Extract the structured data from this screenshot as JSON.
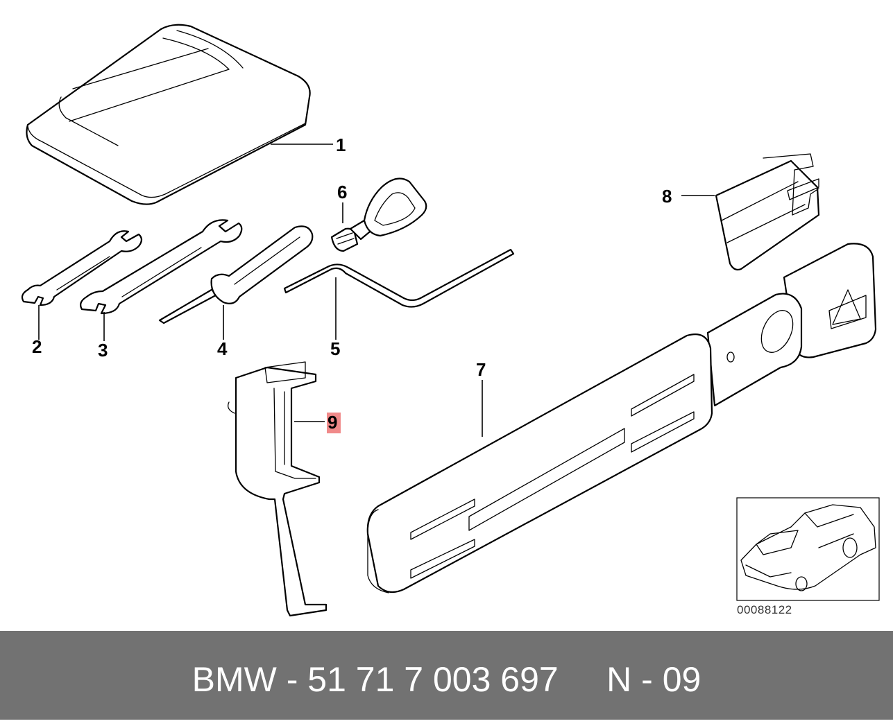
{
  "callouts": [
    {
      "number": "1",
      "highlighted": false
    },
    {
      "number": "2",
      "highlighted": false
    },
    {
      "number": "3",
      "highlighted": false
    },
    {
      "number": "4",
      "highlighted": false
    },
    {
      "number": "5",
      "highlighted": false
    },
    {
      "number": "6",
      "highlighted": false
    },
    {
      "number": "7",
      "highlighted": false
    },
    {
      "number": "8",
      "highlighted": false
    },
    {
      "number": "9",
      "highlighted": true
    }
  ],
  "highlight_color": "#f08a8a",
  "reference_code": "00088122",
  "footer": {
    "part_text": "BMW - 51 71 7 003 697     N - 09",
    "background_color": "#727272"
  }
}
